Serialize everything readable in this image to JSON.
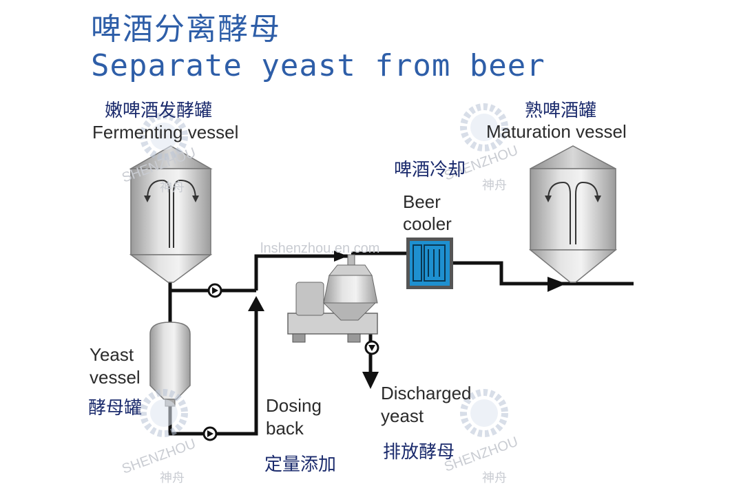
{
  "title": {
    "chinese": "啤酒分离酵母",
    "english": "Separate yeast from beer"
  },
  "labels": {
    "fermenting_vessel_cn": "嫩啤酒发酵罐",
    "fermenting_vessel_en": "Fermenting vessel",
    "maturation_vessel_cn": "熟啤酒罐",
    "maturation_vessel_en": "Maturation vessel",
    "beer_cooler_cn": "啤酒冷却",
    "beer_cooler_en_1": "Beer",
    "beer_cooler_en_2": "cooler",
    "yeast_vessel_en_1": "Yeast",
    "yeast_vessel_en_2": "vessel",
    "yeast_vessel_cn": "酵母罐",
    "dosing_back_en_1": "Dosing",
    "dosing_back_en_2": "back",
    "dosing_back_cn": "定量添加",
    "discharged_yeast_en_1": "Discharged",
    "discharged_yeast_en_2": "yeast",
    "discharged_yeast_cn": "排放酵母"
  },
  "watermark": {
    "url": "lnshenzhou.en.com",
    "brand_en": "SHENZHOU",
    "brand_cn": "神舟"
  },
  "colors": {
    "title": "#2e5ea8",
    "label_cn": "#1a2a6c",
    "pipe": "#111111",
    "cooler": "#1e90d0",
    "vessel": "#c8c8c8"
  }
}
